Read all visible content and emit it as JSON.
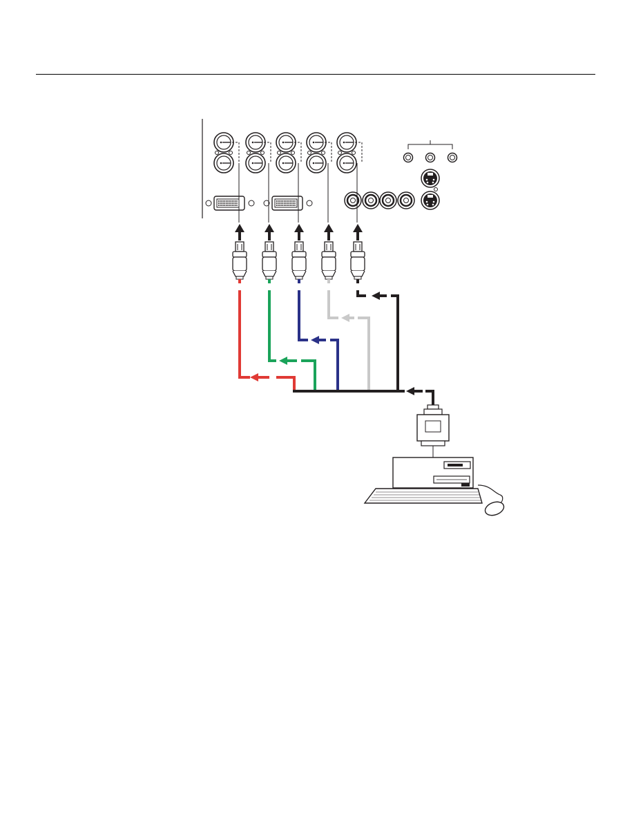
{
  "document": {
    "header_rule": true
  },
  "diagram": {
    "description_visible_text": [],
    "cable_colors": {
      "red": "#e03a35",
      "green": "#1aa35a",
      "blue": "#2a3188",
      "gray": "#c9c9c9",
      "black": "#231f20"
    },
    "panel": {
      "bnc_columns": 5,
      "dvi_ports": 2,
      "rca_jacks": 4,
      "small_jacks": 3,
      "svideo_ports": 2
    },
    "cables": [
      {
        "color_key": "red",
        "icon": "bnc-connector-icon"
      },
      {
        "color_key": "green",
        "icon": "bnc-connector-icon"
      },
      {
        "color_key": "blue",
        "icon": "bnc-connector-icon"
      },
      {
        "color_key": "gray",
        "icon": "bnc-connector-icon"
      },
      {
        "color_key": "black",
        "icon": "bnc-connector-icon"
      }
    ],
    "source_device": {
      "icon": "desktop-computer-icon",
      "connector_icon": "vga-connector-icon"
    }
  }
}
